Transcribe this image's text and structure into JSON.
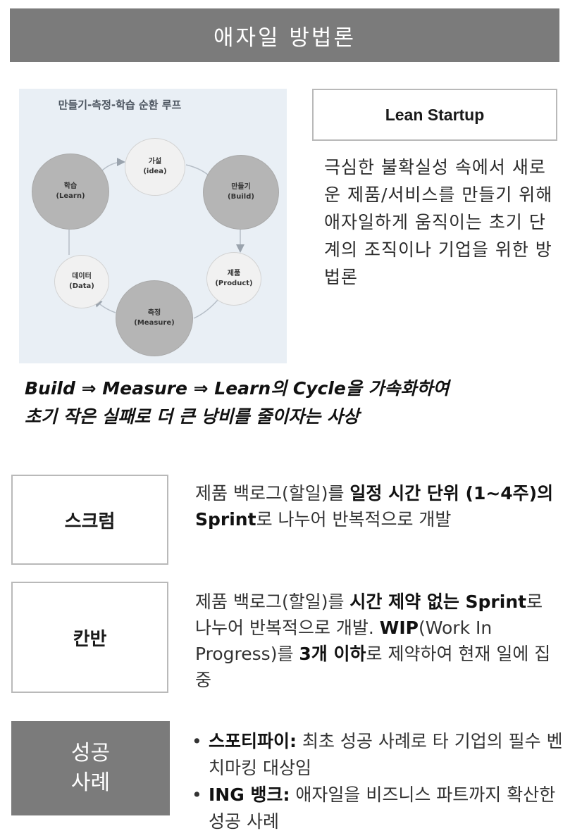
{
  "header": {
    "title": "애자일 방법론"
  },
  "diagram": {
    "title": "만들기-측정-학습 순환 루프",
    "nodes": {
      "idea": {
        "name": "가설",
        "en": "(idea)"
      },
      "build": {
        "name": "만들기",
        "en": "(Build)"
      },
      "product": {
        "name": "제품",
        "en": "(Product)"
      },
      "measure": {
        "name": "측정",
        "en": "(Measure)"
      },
      "data": {
        "name": "데이터",
        "en": "(Data)"
      },
      "learn": {
        "name": "학습",
        "en": "(Learn)"
      }
    }
  },
  "lean": {
    "title": "Lean Startup",
    "description": "극심한 불확실성 속에서 새로운 제품/서비스를 만들기 위해 애자일하게 움직이는 초기 단계의 조직이나 기업을 위한 방법론"
  },
  "tagline": {
    "line1": "Build ⇒ Measure ⇒  Learn의 Cycle을 가속화하여",
    "line2": "초기 작은 실패로 더 큰 낭비를 줄이자는 사상"
  },
  "scrum": {
    "label": "스크럼",
    "t1": "제품 백로그(할일)를 ",
    "b1": "일정 시간 단위 (1~4주)의 Sprint",
    "t2": "로 나누어 반복적으로 개발"
  },
  "kanban": {
    "label": "칸반",
    "t1": "제품 백로그(할일)를 ",
    "b1": "시간 제약 없는 Sprint",
    "t2": "로 나누어 반복적으로 개발. ",
    "b2": "WIP",
    "t3": "(Work In Progress)를 ",
    "b3": "3개 이하",
    "t4": "로 제약하여 현재 일에 집중"
  },
  "cases": {
    "label_line1": "성공",
    "label_line2": "사례",
    "items": [
      {
        "bullet": "•",
        "name": "스포티파이:",
        "text": " 최초 성공 사례로 타 기업의 필수 벤치마킹 대상임"
      },
      {
        "bullet": "•",
        "name": "ING 뱅크:",
        "text": " 애자일을 비즈니스 파트까지 확산한 성공 사례"
      }
    ]
  }
}
